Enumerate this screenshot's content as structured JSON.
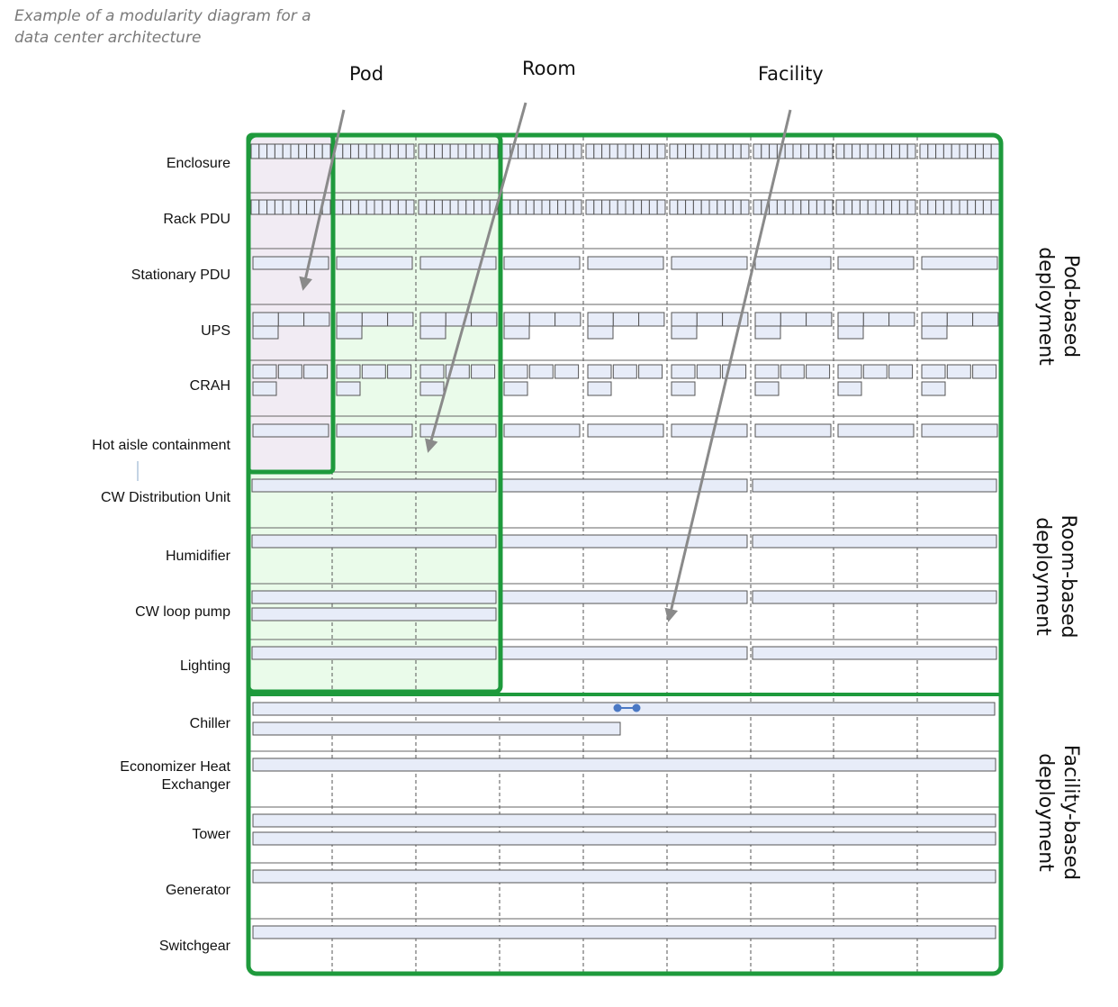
{
  "caption": {
    "line1": "Example of a modularity diagram for a",
    "line2": "data center architecture"
  },
  "scopes": [
    {
      "label": "Pod"
    },
    {
      "label": "Room"
    },
    {
      "label": "Facility"
    }
  ],
  "rows": [
    {
      "label": "Enclosure"
    },
    {
      "label": "Rack PDU"
    },
    {
      "label": "Stationary PDU"
    },
    {
      "label": "UPS"
    },
    {
      "label": "CRAH"
    },
    {
      "label": "Hot aisle containment"
    },
    {
      "label": "CW Distribution Unit"
    },
    {
      "label": "Humidifier"
    },
    {
      "label": "CW loop pump"
    },
    {
      "label": "Lighting"
    },
    {
      "label": "Chiller"
    },
    {
      "label": "Economizer Heat",
      "label2": "Exchanger"
    },
    {
      "label": "Tower"
    },
    {
      "label": "Generator"
    },
    {
      "label": "Switchgear"
    }
  ],
  "deployments": [
    {
      "line1": "Pod-based",
      "line2": "deployment"
    },
    {
      "line1": "Room-based",
      "line2": "deployment"
    },
    {
      "line1": "Facility-based",
      "line2": "deployment"
    }
  ],
  "colors": {
    "frame": "#1e9a3c",
    "pod_fill": "#f1ebf3",
    "room_fill": "#eafbea",
    "module_fill": "#e7ecf8",
    "module_stroke": "#555555",
    "arrow": "#8a8a8a",
    "connector": "#4a78c4"
  }
}
